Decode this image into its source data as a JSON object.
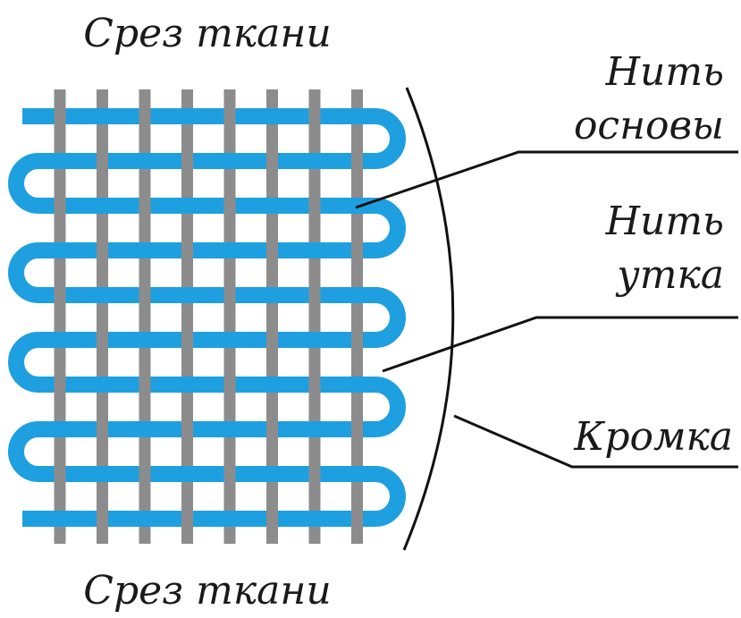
{
  "labels": {
    "top_cut": "Срез ткани",
    "bottom_cut": "Срез ткани",
    "warp_line1": "Нить",
    "warp_line2": "основы",
    "weft_line1": "Нить",
    "weft_line2": "утка",
    "selvage": "Кромка"
  },
  "colors": {
    "warp_thread": "#8c8c8c",
    "weft_thread": "#1e9fe0",
    "lines": "#111111"
  },
  "weave": {
    "warp_count": 8,
    "weft_rows": 10
  }
}
